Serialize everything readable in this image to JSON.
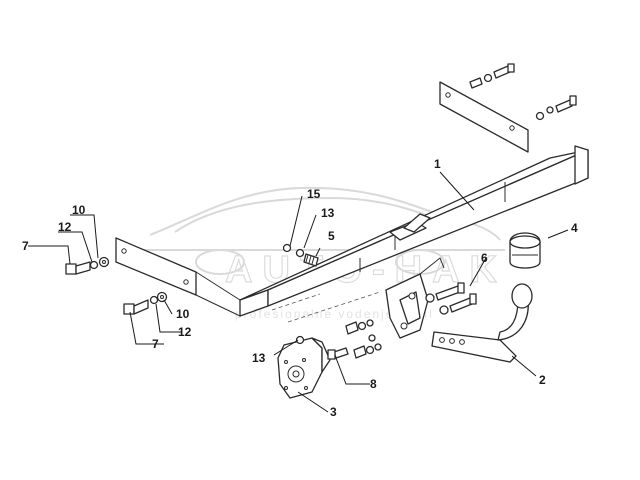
{
  "diagram": {
    "watermark": {
      "text": "AUTO-HAK",
      "subtext": "profesionalne vodenje vozil"
    },
    "callouts": [
      {
        "id": "c1",
        "label": "1"
      },
      {
        "id": "c2",
        "label": "2"
      },
      {
        "id": "c3",
        "label": "3"
      },
      {
        "id": "c4",
        "label": "4"
      },
      {
        "id": "c5",
        "label": "5"
      },
      {
        "id": "c6",
        "label": "6"
      },
      {
        "id": "c7a",
        "label": "7"
      },
      {
        "id": "c7b",
        "label": "7"
      },
      {
        "id": "c8",
        "label": "8"
      },
      {
        "id": "c10a",
        "label": "10"
      },
      {
        "id": "c10b",
        "label": "10"
      },
      {
        "id": "c12a",
        "label": "12"
      },
      {
        "id": "c12b",
        "label": "12"
      },
      {
        "id": "c13a",
        "label": "13"
      },
      {
        "id": "c13b",
        "label": "13"
      },
      {
        "id": "c15",
        "label": "15"
      }
    ]
  }
}
